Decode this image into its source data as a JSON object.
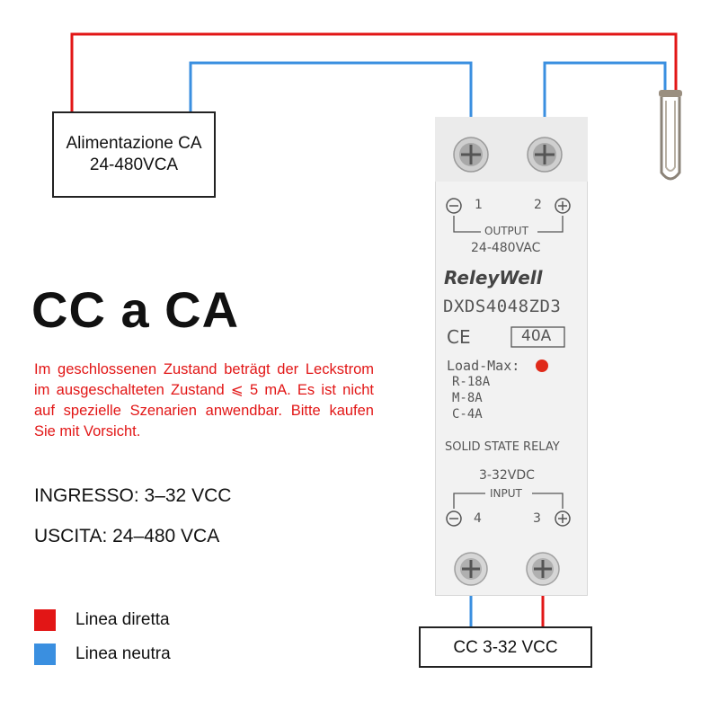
{
  "title": "CC a CA",
  "warning": "Im geschlossenen Zustand beträgt der Leckstrom im ausgeschalteten Zustand ⩽ 5 mA. Es ist nicht auf spezielle Szenarien anwendbar. Bitte kaufen Sie mit Vorsicht.",
  "specs": {
    "input": "INGRESSO: 3–32 VCC",
    "output": "USCITA: 24–480 VCA"
  },
  "ac_supply": {
    "line1": "Alimentazione CA",
    "line2": "24-480VCA"
  },
  "dc_supply": {
    "label": "CC 3-32 VCC"
  },
  "legend": [
    {
      "label": "Linea diretta",
      "color": "#e21616"
    },
    {
      "label": "Linea neutra",
      "color": "#3a8fe0"
    }
  ],
  "relay": {
    "brand": "ReleyWell",
    "model": "DXDS4048ZD3",
    "ce_mark": "CE",
    "rating": "40A",
    "load_max_label": "Load-Max:",
    "load_lines": [
      "R-18A",
      "M-8A",
      "C-4A"
    ],
    "type": "SOLID STATE RELAY",
    "output_label": "OUTPUT",
    "output_voltage": "24-480VAC",
    "input_label": "INPUT",
    "input_voltage": "3-32VDC",
    "terminal_1": "1",
    "terminal_2": "2",
    "terminal_3": "3",
    "terminal_4": "4"
  },
  "colors": {
    "live": "#e21616",
    "neutral": "#3a8fe0",
    "indicator": "#e02a1a"
  }
}
